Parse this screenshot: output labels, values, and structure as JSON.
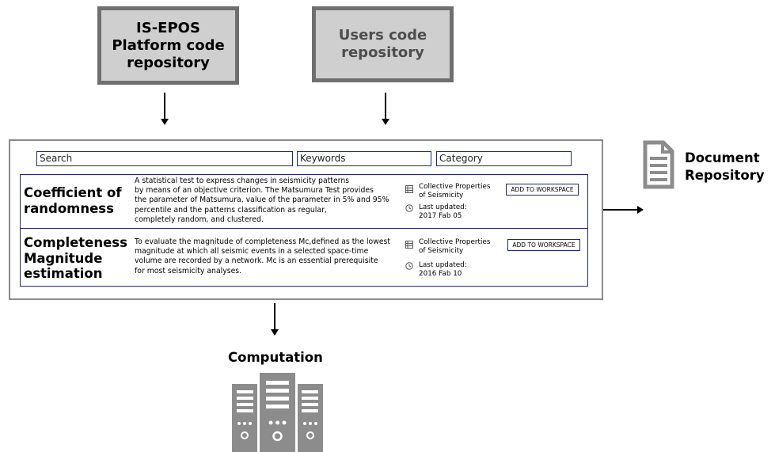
{
  "repositories": {
    "platform": "IS-EPOS\nPlatform code\nrepository",
    "users": "Users code\nrepository"
  },
  "search_bar": {
    "search_placeholder": "Search",
    "keywords_placeholder": "Keywords",
    "category_placeholder": "Category"
  },
  "cards": [
    {
      "title": "Coefficient of\nrandomness",
      "description": "A statistical test to express changes in seismicity patterns\nby means of an objective criterion. The Matsumura Test provides\nthe parameter of Matsumura, value of the parameter in 5% and 95%\npercentile and the patterns classification as regular,\ncompletely random, and clustered.",
      "category": "Collective Properties\nof Seismicity",
      "updated": "Last updated:\n2017 Fab 05",
      "button": "ADD TO WORKSPACE"
    },
    {
      "title": "Completeness\nMagnitude\nestimation",
      "description": "To evaluate the magnitude of completeness Mc,defined as the lowest\nmagnitude at which all seismic events in a selected space-time\nvolume are recorded by a network. Mc is an essential prerequisite\nfor most seismicity analyses.",
      "category": "Collective Properties\nof Seismicity",
      "updated": "Last updated:\n2016 Fab 10",
      "button": "ADD TO WORKSPACE"
    }
  ],
  "document_repository": {
    "label_line1": "Document",
    "label_line2": "Repository",
    "icon": "document-icon"
  },
  "computation": {
    "label": "Computation",
    "icon": "server-icon"
  },
  "colors": {
    "repo_fill": "#cfcfcf",
    "repo_border": "#6f6f6f",
    "card_border": "#1f2a6b",
    "icon_gray": "#8c8c8c"
  }
}
